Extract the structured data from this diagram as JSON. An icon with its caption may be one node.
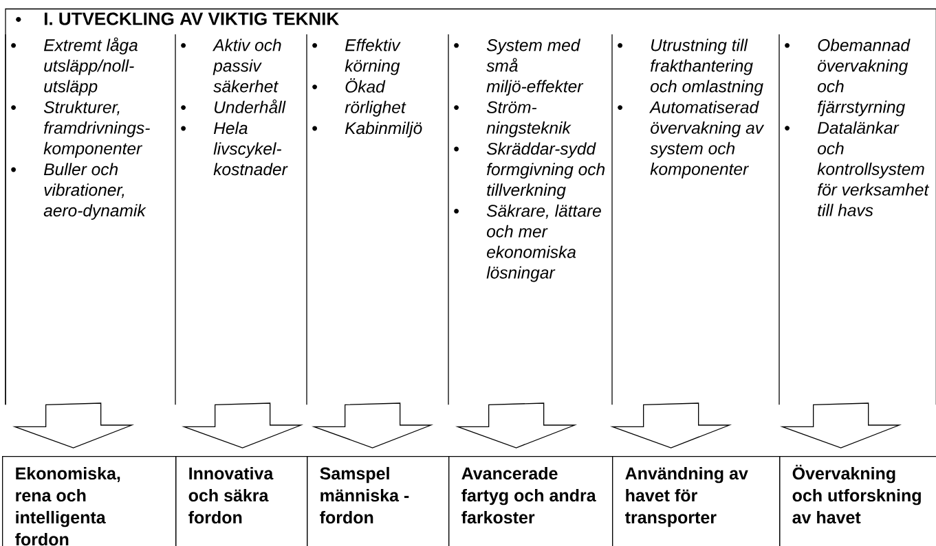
{
  "diagram": {
    "nodes": [
      {
        "text": [
          "I. UTVECKLING AV VIKTIG TEKNIK"
        ]
      },
      {
        "text": [
          "Extremt låga utsläpp/noll-utsläpp",
          "Strukturer, framdrivnings-komponenter",
          "Buller och vibrationer, aero-dynamik"
        ],
        "in": 0
      },
      {
        "text": [
          "Aktiv och passiv säkerhet",
          "Underhåll",
          "Hela livscykel-kostnader"
        ],
        "in": 0
      },
      {
        "text": [
          "Effektiv körning",
          "Ökad rörlighet",
          "Kabinmiljö"
        ],
        "in": 0
      },
      {
        "text": [
          "System med små miljö-effekter",
          "Ström-ningsteknik",
          "Skräddar-sydd formgivning och tillverkning",
          "Säkrare, lättare och mer ekonomiska lösningar"
        ],
        "in": 0
      },
      {
        "text": [
          "Utrustning till frakthantering och omlastning",
          "Automatiserad övervakning av system och komponenter"
        ],
        "in": 0
      },
      {
        "text": [
          "Obemannad övervakning och fjärrstyrning",
          "Datalänkar och kontrollsystem för verksamhet till havs"
        ],
        "in": 0
      },
      {
        "text": [
          "Ekonomiska, rena och intelligenta fordon"
        ]
      },
      {
        "text": [
          "Innovativa och säkra fordon"
        ]
      },
      {
        "text": [
          "Samspel människa - fordon"
        ]
      },
      {
        "text": [
          "Avancerade fartyg och andra farkoster"
        ]
      },
      {
        "text": [
          "Användning av havet för transporter"
        ]
      },
      {
        "text": [
          "Övervakning och utforskning av havet"
        ]
      }
    ],
    "edges": [
      {
        "from": 1,
        "to": 7,
        "arrow": "to"
      },
      {
        "from": 2,
        "to": 8,
        "arrow": "to"
      },
      {
        "from": 3,
        "to": 9,
        "arrow": "to"
      },
      {
        "from": 4,
        "to": 10,
        "arrow": "to"
      },
      {
        "from": 5,
        "to": 11,
        "arrow": "to"
      },
      {
        "from": 6,
        "to": 12,
        "arrow": "to"
      }
    ]
  }
}
